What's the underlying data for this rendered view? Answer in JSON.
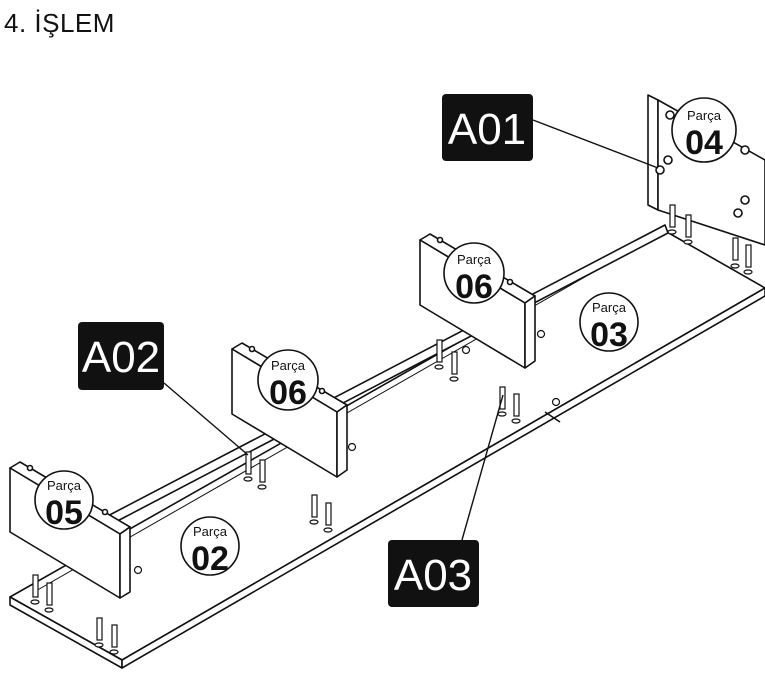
{
  "step": {
    "title": "4. İŞLEM"
  },
  "parts": [
    {
      "caption": "Parça",
      "number": "04"
    },
    {
      "caption": "Parça",
      "number": "06"
    },
    {
      "caption": "Parça",
      "number": "03"
    },
    {
      "caption": "Parça",
      "number": "06"
    },
    {
      "caption": "Parça",
      "number": "05"
    },
    {
      "caption": "Parça",
      "number": "02"
    }
  ],
  "callouts": [
    "A01",
    "A02",
    "A03"
  ]
}
